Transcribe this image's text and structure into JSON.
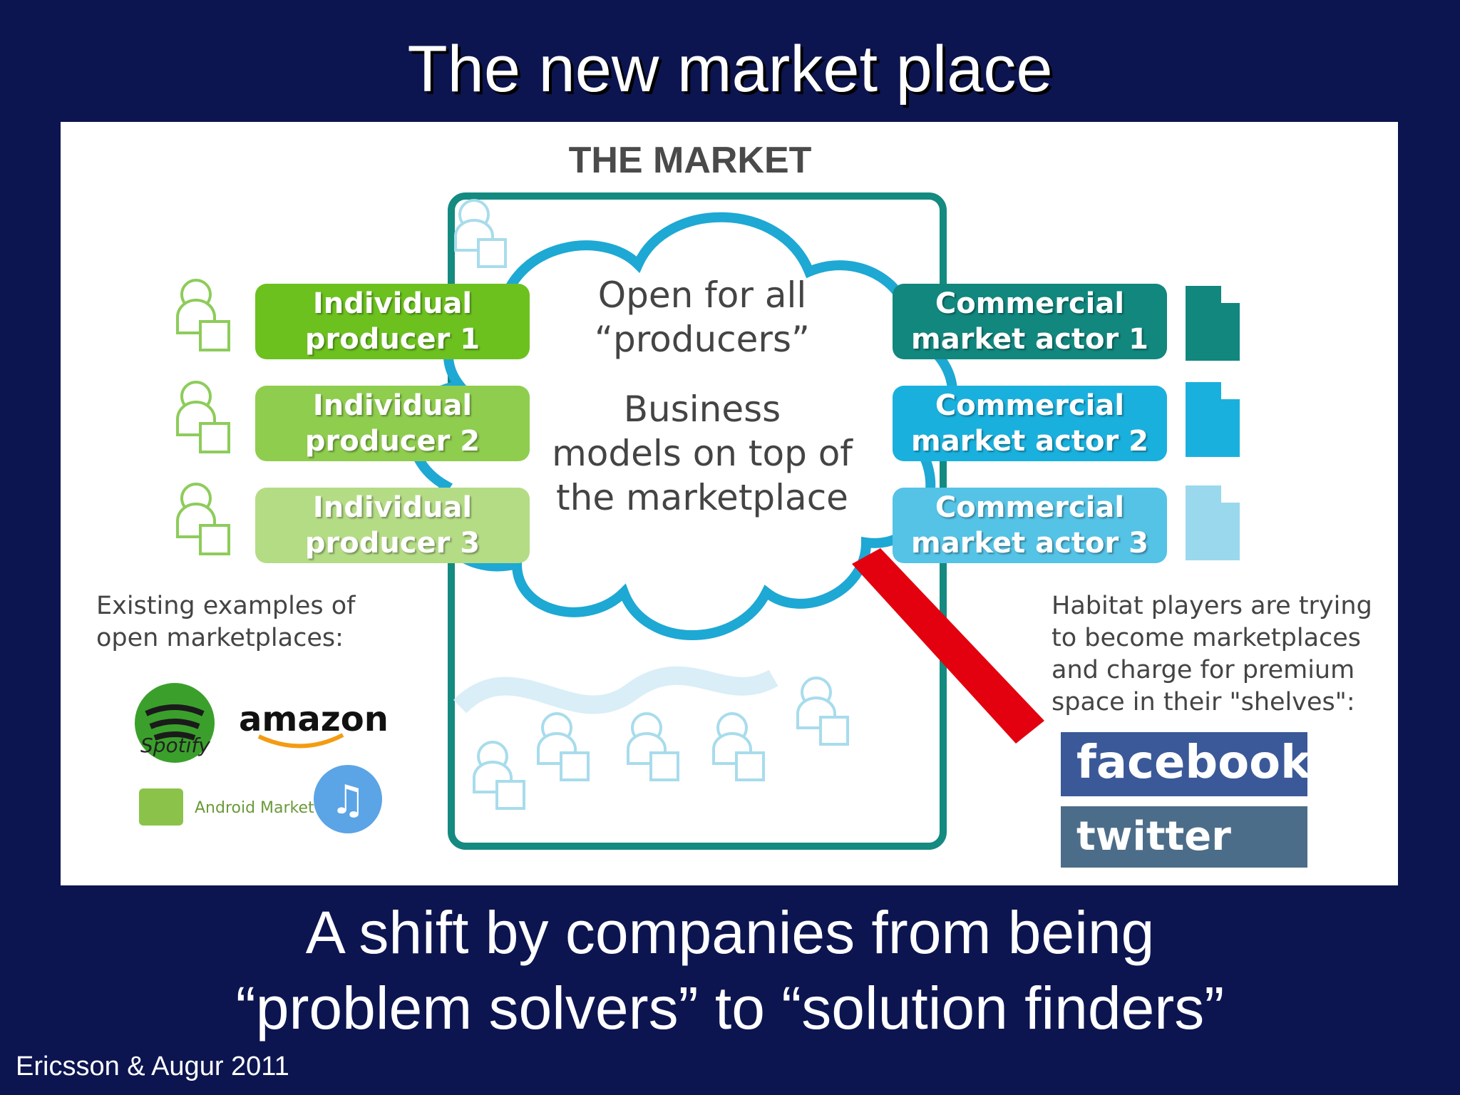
{
  "title": "The new market place",
  "diagram": {
    "heading": "THE MARKET",
    "producers": [
      {
        "line1": "Individual",
        "line2": "producer 1",
        "color": "#6cc11f"
      },
      {
        "line1": "Individual",
        "line2": "producer 2",
        "color": "#8fcd4e"
      },
      {
        "line1": "Individual",
        "line2": "producer 3",
        "color": "#b4dc85"
      }
    ],
    "actors": [
      {
        "line1": "Commercial",
        "line2": "market actor 1",
        "color": "#11877e"
      },
      {
        "line1": "Commercial",
        "line2": "market actor 2",
        "color": "#1ab0dd"
      },
      {
        "line1": "Commercial",
        "line2": "market actor 3",
        "color": "#54c3e6"
      }
    ],
    "cloud": {
      "line1": "Open for all",
      "line2": "“producers”",
      "line3": "Business",
      "line4": "models on top of",
      "line5": "the marketplace"
    },
    "left_note": {
      "line1": "Existing examples of",
      "line2": "open marketplaces:"
    },
    "right_note": {
      "line1": "Habitat players are trying",
      "line2": "to become marketplaces",
      "line3": "and charge for premium",
      "line4": "space in their \"shelves\":"
    },
    "logos": {
      "spotify": "Spotify",
      "amazon": "amazon",
      "android": "Android Market",
      "facebook": "facebook",
      "twitter": "twitter"
    },
    "colors": {
      "frame": "#148a80",
      "cloud_stroke": "#1ea8d4",
      "arrow": "#e3000f"
    }
  },
  "caption": {
    "line1": "A shift by companies from being",
    "line2": "“problem solvers” to “solution finders”"
  },
  "citation": "Ericsson & Augur 2011"
}
